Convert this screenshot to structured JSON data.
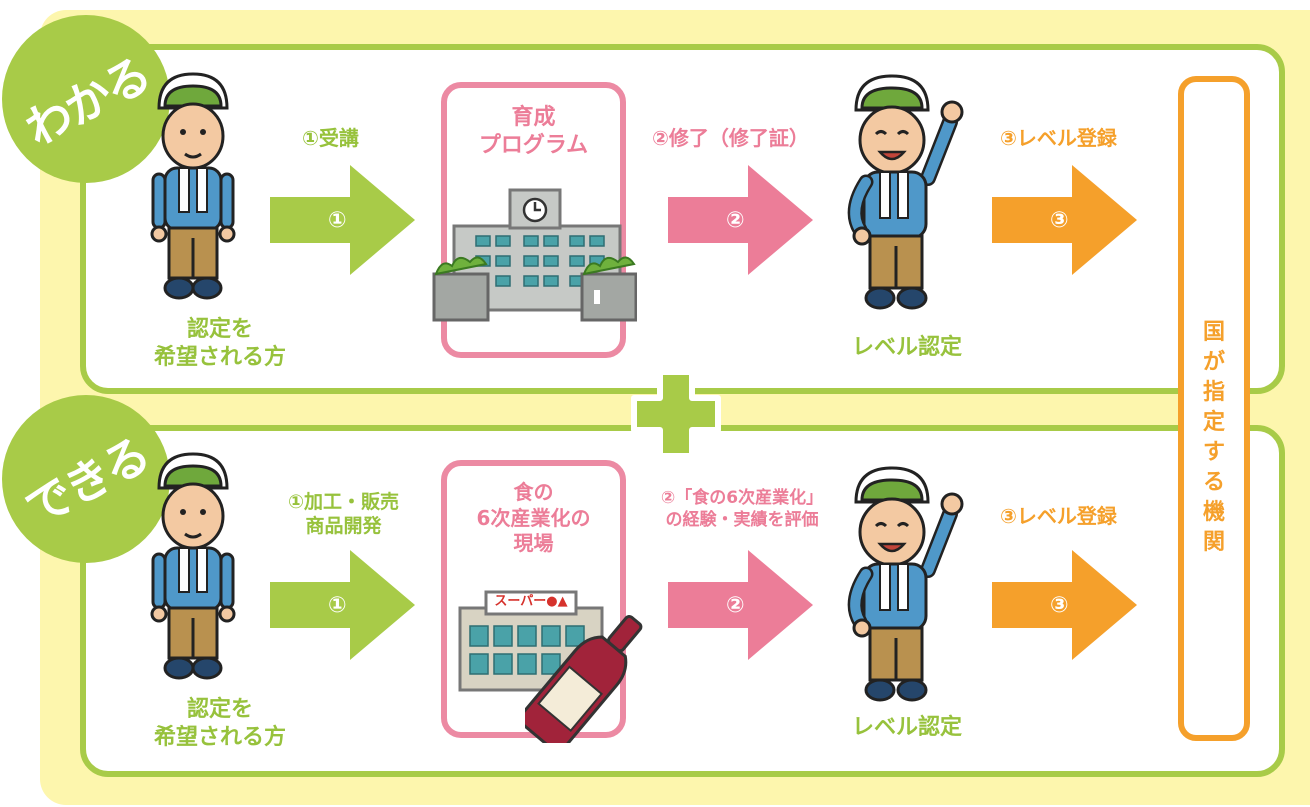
{
  "colors": {
    "green": "#a8cb48",
    "pink": "#ec7d98",
    "orange": "#f5a02b",
    "yellow": "#fdf6ad"
  },
  "top": {
    "badge": "わかる",
    "applicant": "認定を\n希望される方",
    "step1": {
      "label": "①受講",
      "num": "①"
    },
    "box": "育成\nプログラム",
    "step2": {
      "label": "②修了（修了証）",
      "num": "②"
    },
    "result": "レベル認定",
    "step3": {
      "label": "③レベル登録",
      "num": "③"
    }
  },
  "bottom": {
    "badge": "できる",
    "applicant": "認定を\n希望される方",
    "step1": {
      "label": "①加工・販売\n商品開発",
      "num": "①"
    },
    "box": "食の\n6次産業化の\n現場",
    "store_sign": "スーパー●▲",
    "step2": {
      "label": "②「食の6次産業化」\nの経験・実績を評価",
      "num": "②"
    },
    "result": "レベル認定",
    "step3": {
      "label": "③レベル登録",
      "num": "③"
    }
  },
  "agency": "国\nが\n指\n定\nす\nる\n機\n関",
  "icons": [
    "farmer-standing-icon",
    "farmer-cheering-icon",
    "school-building-icon",
    "supermarket-icon",
    "wine-bottle-icon",
    "plus-icon"
  ]
}
